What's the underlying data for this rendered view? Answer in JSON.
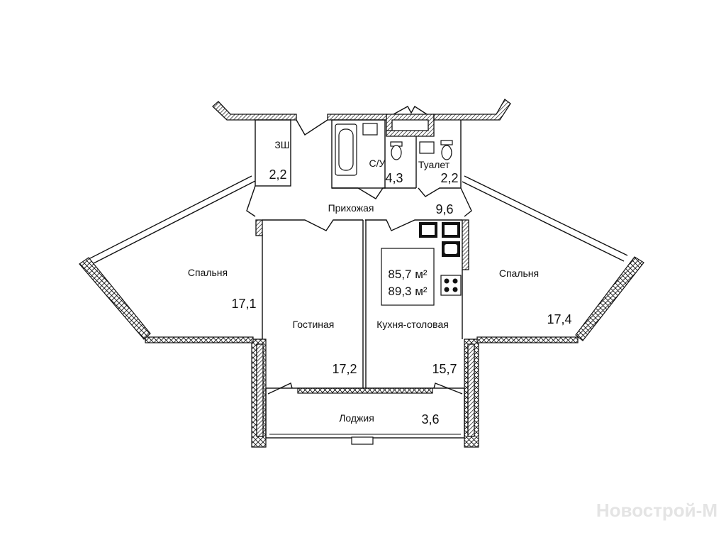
{
  "plan": {
    "total_area": "85,7 м²",
    "total_area_with_loggia": "89,3 м²",
    "watermark": "Новострой-М",
    "rooms": [
      {
        "name": "ЗШ",
        "area": "2,2"
      },
      {
        "name": "С/У",
        "area": "4,3"
      },
      {
        "name": "Туалет",
        "area": "2,2"
      },
      {
        "name": "Прихожая",
        "area": "9,6"
      },
      {
        "name": "Спальня",
        "area": "17,1"
      },
      {
        "name": "Гостиная",
        "area": "17,2"
      },
      {
        "name": "Кухня-столовая",
        "area": "15,7"
      },
      {
        "name": "Спальня",
        "area": "17,4"
      },
      {
        "name": "Лоджия",
        "area": "3,6"
      }
    ]
  }
}
